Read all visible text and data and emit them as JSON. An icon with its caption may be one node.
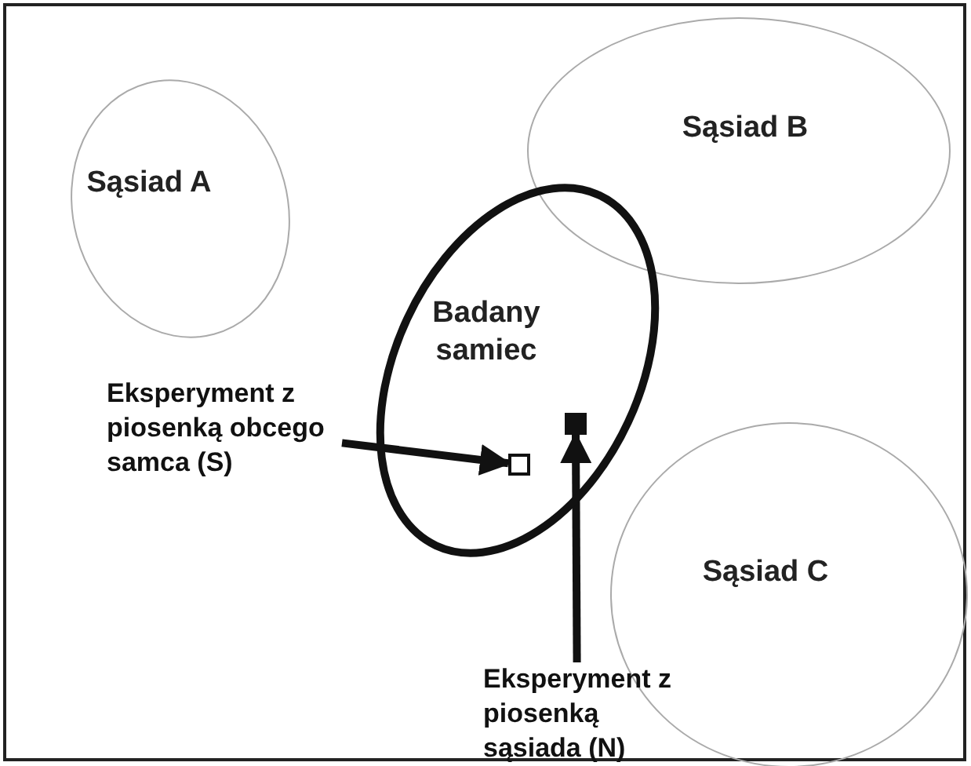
{
  "diagram": {
    "nodes": [
      {
        "text": [
          "Sąsiad A"
        ]
      },
      {
        "text": [
          "Sąsiad B"
        ]
      },
      {
        "text": [
          "Badany samiec"
        ]
      },
      {
        "text": [],
        "shape": "box",
        "in": 2
      },
      {
        "text": [],
        "shape": "box",
        "in": 2
      },
      {
        "text": [
          "Eksperyment z piosenką obcego samca (S)"
        ]
      },
      {
        "text": [
          "Sąsiad C"
        ]
      },
      {
        "text": [
          "Eksperyment z piosenką sąsiada (N)"
        ]
      }
    ],
    "edges": [
      {
        "from": 5,
        "to": 3,
        "arrow": "to"
      },
      {
        "from": 7,
        "to": 4,
        "arrow": "to"
      }
    ]
  }
}
